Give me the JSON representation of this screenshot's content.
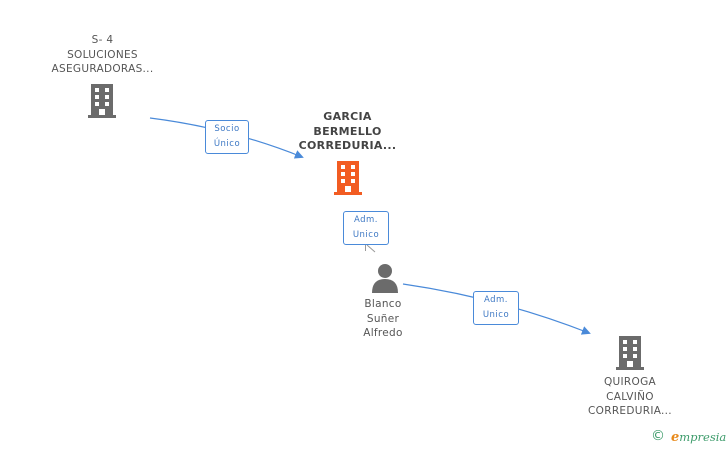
{
  "nodes": {
    "s4": {
      "lines": [
        "S- 4",
        "SOLUCIONES",
        "ASEGURADORAS..."
      ],
      "icon": "building-icon",
      "color": "#6b6b6b"
    },
    "garcia": {
      "lines": [
        "GARCIA",
        "BERMELLO",
        "CORREDURIA..."
      ],
      "icon": "building-icon",
      "color": "#f25c22"
    },
    "blanco": {
      "lines": [
        "Blanco",
        "Suñer",
        "Alfredo"
      ],
      "icon": "person-icon",
      "color": "#6b6b6b"
    },
    "quiroga": {
      "lines": [
        "QUIROGA",
        "CALVIÑO",
        "CORREDURIA..."
      ],
      "icon": "building-icon",
      "color": "#6b6b6b"
    }
  },
  "edges": {
    "socio": {
      "lines": [
        "Socio",
        "Único"
      ]
    },
    "adm1": {
      "lines": [
        "Adm.",
        "Unico"
      ]
    },
    "adm2": {
      "lines": [
        "Adm.",
        "Unico"
      ]
    }
  },
  "colors": {
    "edge": "#4a8ad9",
    "edge_text": "#3d78c4"
  },
  "brand": {
    "copyright": "©",
    "first_letter": "e",
    "rest": "mpresia"
  }
}
